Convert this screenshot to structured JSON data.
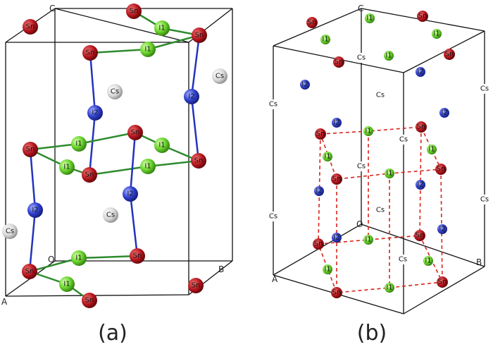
{
  "panels": [
    {
      "caption": "(a)",
      "axes": {
        "c": "C",
        "a": "A",
        "b": "B",
        "origin": "O"
      }
    },
    {
      "caption": "(b)",
      "axes": {
        "c": "C",
        "a": "A",
        "b": "B",
        "origin": "O"
      }
    }
  ],
  "atom_labels": {
    "cs": "Cs",
    "sn": "Sn",
    "i1": "I1",
    "i2": "I2"
  },
  "colors": {
    "cs": "#d6d6d6",
    "sn": "#b3141c",
    "i1": "#6ad42a",
    "i2": "#2f3fcf",
    "bond_sn_i1": "#2e8b2e",
    "bond_sn_i2": "#2233bb",
    "bond_sn": "#7a1a1a",
    "dashed": "#d8261c"
  }
}
